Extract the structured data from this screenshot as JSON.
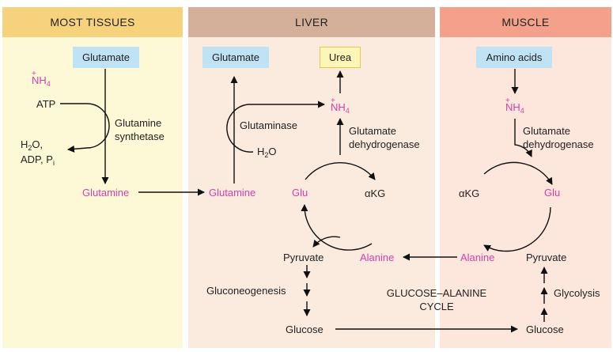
{
  "sections": {
    "tissues": "MOST TISSUES",
    "liver": "LIVER",
    "muscle": "MUSCLE"
  },
  "tissues": {
    "glutamate": "Glutamate",
    "nh4_plus": "+",
    "nh4": "NH",
    "nh4_sub": "4",
    "atp": "ATP",
    "enzyme_line1": "Glutamine",
    "enzyme_line2": "synthetase",
    "h2o_a": "H",
    "h2o_sub": "2",
    "h2o_b": "O,",
    "adp": "ADP, P",
    "adp_sub": "i",
    "glutamine": "Glutamine"
  },
  "liver": {
    "glutamate": "Glutamate",
    "urea": "Urea",
    "nh4_plus": "+",
    "nh4": "NH",
    "nh4_sub": "4",
    "glutaminase": "Glutaminase",
    "h2o_a": "H",
    "h2o_sub": "2",
    "h2o_b": "O",
    "enzyme_line1": "Glutamate",
    "enzyme_line2": "dehydrogenase",
    "glutamine": "Glutamine",
    "glu": "Glu",
    "akg": "αKG",
    "pyruvate": "Pyruvate",
    "alanine": "Alanine",
    "gluconeogenesis": "Gluconeogenesis",
    "glucose": "Glucose"
  },
  "muscle": {
    "amino_acids": "Amino acids",
    "nh4_plus": "+",
    "nh4": "NH",
    "nh4_sub": "4",
    "enzyme_line1": "Glutamate",
    "enzyme_line2": "dehydrogenase",
    "akg": "αKG",
    "glu": "Glu",
    "alanine": "Alanine",
    "pyruvate": "Pyruvate",
    "glycolysis": "Glycolysis",
    "glucose": "Glucose"
  },
  "cycle": {
    "line1": "GLUCOSE–ALANINE",
    "line2": "CYCLE"
  },
  "colors": {
    "highlight_pink": "#d63faa",
    "metabolite_box": "#bfe2f5",
    "urea_box": "#fdf6b8"
  }
}
